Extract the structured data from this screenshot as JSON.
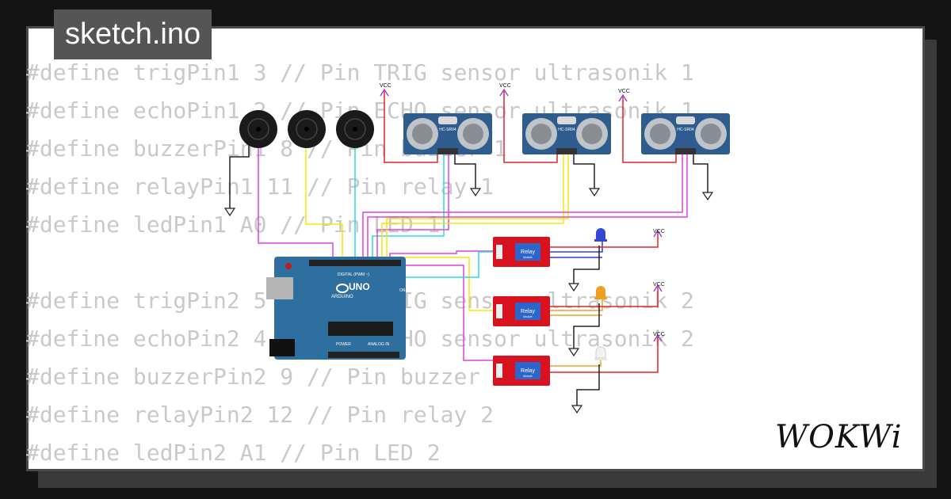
{
  "title": "sketch.ino",
  "code_lines": [
    "#define trigPin1 3 // Pin TRIG sensor ultrasonik 1",
    "#define echoPin1 2 // Pin ECHO sensor ultrasonik 1",
    "#define buzzerPin1 8 // Pin buzzer 1",
    "#define relayPin1 11 // Pin relay 1",
    "#define ledPin1 A0 // Pin LED 1",
    "",
    "#define trigPin2 5 // Pin TRIG sensor ultrasonik 2",
    "#define echoPin2 4 // Pin ECHO sensor ultrasonik 2",
    "#define buzzerPin2 9 // Pin buzzer 2",
    "#define relayPin2 12 // Pin relay 2",
    "#define ledPin2 A1 // Pin LED 2"
  ],
  "circuit": {
    "vcc_label": "VCC",
    "sensor_label": "HC-SR04",
    "relay_label": "Relay",
    "relay_sub": "Module",
    "arduino_brand": "ARDUINO",
    "arduino_model": "UNO",
    "digital_label": "DIGITAL (PWM ~)",
    "power_label": "POWER",
    "analog_label": "ANALOG IN",
    "on_label": "ON"
  },
  "brand": "WOKWi",
  "colors": {
    "wire_red": "#e8202a",
    "wire_black": "#222222",
    "wire_magenta": "#e040e0",
    "wire_yellow": "#f5e60a",
    "wire_cyan": "#2bd7f0",
    "wire_blue": "#2d3fd8",
    "led_blue": "#3347d6",
    "led_orange": "#f0a020",
    "led_white": "#f2f2f2",
    "arduino": "#2f6f9f",
    "relay": "#d8131f",
    "sensor": "#2f5c8f"
  }
}
